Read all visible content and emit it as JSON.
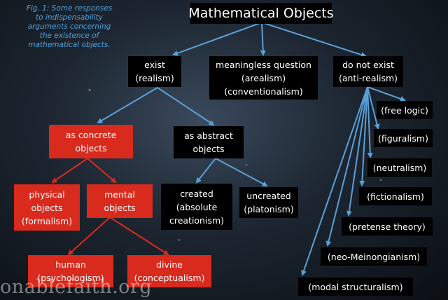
{
  "caption": [
    "Fig. 1:  Some responses",
    "to indispensability",
    "arguments concerning",
    "the existence of",
    "mathematical objects."
  ],
  "watermark": "onablefaith.org",
  "colors": {
    "edge": "#5aa0d8",
    "red_edge": "#d92a1e",
    "red_box": "#d92a1e",
    "black_box": "#000000",
    "caption": "#4fa3e0"
  },
  "nodes": {
    "root": [
      "Mathematical Objects"
    ],
    "exist": [
      "exist",
      "(realism)"
    ],
    "meaningless": [
      "meaningless question",
      "(arealism)",
      "(conventionalism)"
    ],
    "do_not_exist": [
      "do not exist",
      "(anti-realism)"
    ],
    "concrete": [
      "as concrete",
      "objects"
    ],
    "abstract": [
      "as abstract",
      "objects"
    ],
    "physical": [
      "physical",
      "objects",
      "(formalism)"
    ],
    "mental": [
      "mental",
      "objects"
    ],
    "human": [
      "human",
      "(psychologism)"
    ],
    "divine": [
      "divine",
      "(conceptualism)"
    ],
    "created": [
      "created",
      "(absolute",
      "creationism)"
    ],
    "uncreated": [
      "uncreated",
      "(platonism)"
    ],
    "free_logic": [
      "(free logic)"
    ],
    "figuralism": [
      "(figuralism)"
    ],
    "neutralism": [
      "(neutralism)"
    ],
    "fictionalism": [
      "(fictionalism)"
    ],
    "pretense": [
      "(pretense theory)"
    ],
    "neo_meinong": [
      "(neo-Meinongianism)"
    ],
    "modal": [
      "(modal structuralism)"
    ]
  }
}
